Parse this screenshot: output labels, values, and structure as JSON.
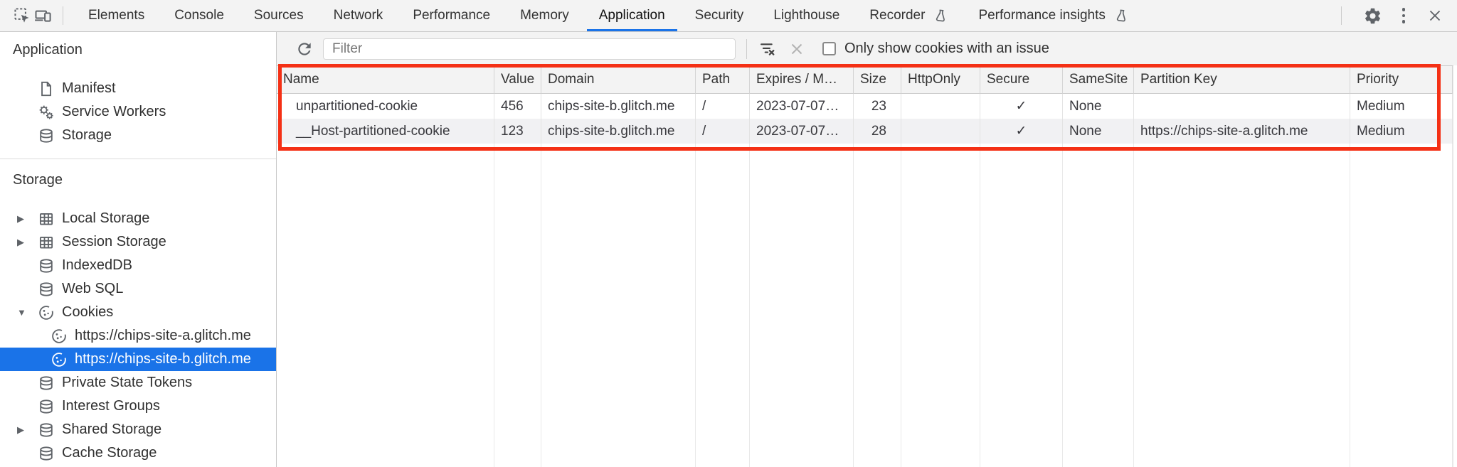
{
  "topbar": {
    "tabs": [
      {
        "label": "Elements"
      },
      {
        "label": "Console"
      },
      {
        "label": "Sources"
      },
      {
        "label": "Network"
      },
      {
        "label": "Performance"
      },
      {
        "label": "Memory"
      },
      {
        "label": "Application",
        "active": true
      },
      {
        "label": "Security"
      },
      {
        "label": "Lighthouse"
      },
      {
        "label": "Recorder",
        "experiment": true
      },
      {
        "label": "Performance insights",
        "experiment": true
      }
    ]
  },
  "icons": {
    "collapsed": "▶",
    "expanded": "▼"
  },
  "sidebar": {
    "application_section": {
      "title": "Application",
      "items": [
        {
          "label": "Manifest",
          "icon": "document-icon"
        },
        {
          "label": "Service Workers",
          "icon": "gears-icon"
        },
        {
          "label": "Storage",
          "icon": "database-icon"
        }
      ]
    },
    "storage_section": {
      "title": "Storage",
      "items": [
        {
          "label": "Local Storage",
          "icon": "table-icon",
          "state": "collapsed"
        },
        {
          "label": "Session Storage",
          "icon": "table-icon",
          "state": "collapsed"
        },
        {
          "label": "IndexedDB",
          "icon": "database-icon"
        },
        {
          "label": "Web SQL",
          "icon": "database-icon"
        },
        {
          "label": "Cookies",
          "icon": "cookie-icon",
          "state": "expanded",
          "children": [
            {
              "label": "https://chips-site-a.glitch.me",
              "icon": "cookie-icon"
            },
            {
              "label": "https://chips-site-b.glitch.me",
              "icon": "cookie-icon",
              "selected": true
            }
          ]
        },
        {
          "label": "Private State Tokens",
          "icon": "database-icon"
        },
        {
          "label": "Interest Groups",
          "icon": "database-icon"
        },
        {
          "label": "Shared Storage",
          "icon": "database-icon",
          "state": "collapsed"
        },
        {
          "label": "Cache Storage",
          "icon": "database-icon"
        }
      ]
    }
  },
  "cookies_toolbar": {
    "filter_placeholder": "Filter",
    "checkbox_label": "Only show cookies with an issue",
    "checkbox_checked": false
  },
  "table": {
    "columns": [
      "Name",
      "Value",
      "Domain",
      "Path",
      "Expires / M…",
      "Size",
      "HttpOnly",
      "Secure",
      "SameSite",
      "Partition Key",
      "Priority"
    ],
    "rows": [
      {
        "name": "unpartitioned-cookie",
        "value": "456",
        "domain": "chips-site-b.glitch.me",
        "path": "/",
        "expires": "2023-07-07…",
        "size": "23",
        "httponly": "",
        "secure": "✓",
        "samesite": "None",
        "partition_key": "",
        "priority": "Medium"
      },
      {
        "name": "__Host-partitioned-cookie",
        "value": "123",
        "domain": "chips-site-b.glitch.me",
        "path": "/",
        "expires": "2023-07-07…",
        "size": "28",
        "httponly": "",
        "secure": "✓",
        "samesite": "None",
        "partition_key": "https://chips-site-a.glitch.me",
        "priority": "Medium"
      }
    ]
  },
  "colors": {
    "accent_blue": "#1a73e8",
    "selection_blue": "#1a73e8",
    "highlight_red": "#f43015",
    "toolbar_gray": "#f3f3f3",
    "stripe_gray": "#f1f1f3"
  }
}
